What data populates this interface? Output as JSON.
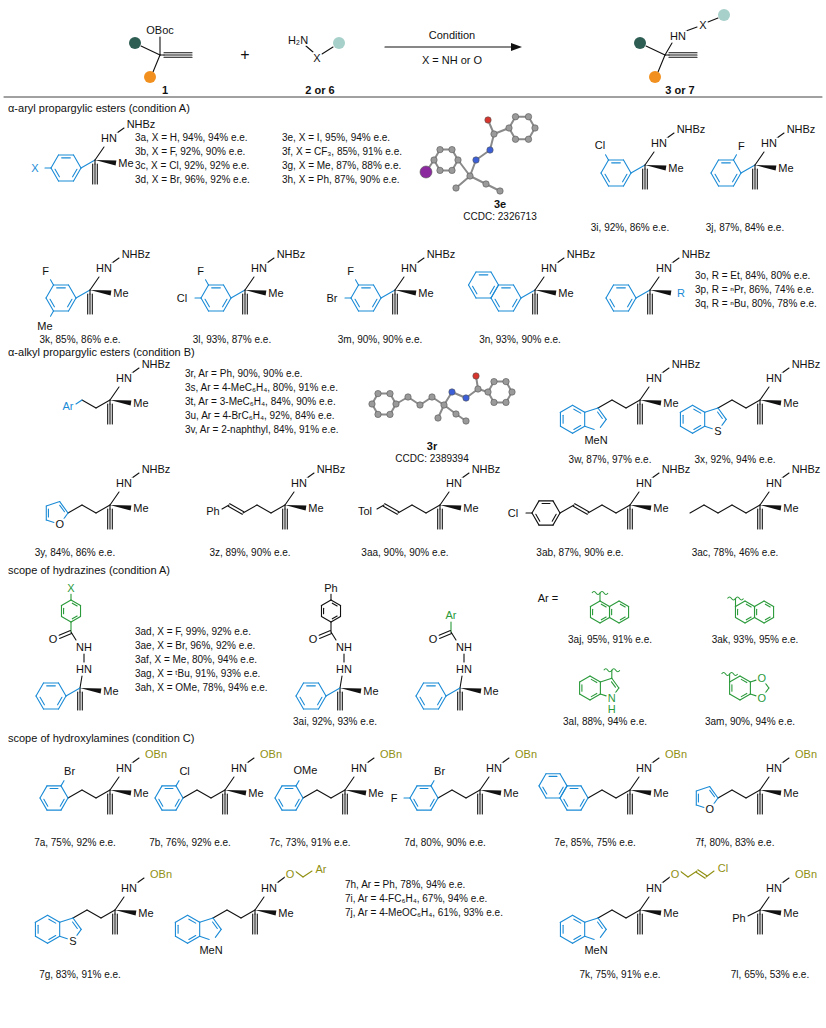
{
  "diagram": {
    "labels": [
      "OBoc",
      "1",
      "+",
      "H₂N",
      "X",
      "2 or 6",
      "Condition",
      "X = NH or O",
      "HN",
      "X",
      "3 or 7",
      "α-aryl propargylic esters (condition A)",
      "HN",
      "NHBz",
      "Me",
      "X",
      "3a, X = H, 94%, 94% e.e.",
      "3b, X = F, 92%, 90% e.e.",
      "3c, X = Cl, 92%, 92% e.e.",
      "3d, X = Br, 96%, 92% e.e.",
      "3e, X = I, 95%, 94% e.e.",
      "3f, X = CF₃, 85%, 91% e.e.",
      "3g, X = Me, 87%, 88% e.e.",
      "3h, X = Ph, 87%, 90% e.e.",
      "3e",
      "CCDC: 2326713",
      "HN",
      "NHBz",
      "Me",
      "Cl",
      "3i, 92%, 86% e.e.",
      "F",
      "HN",
      "NHBz",
      "Me",
      "3j, 87%, 84% e.e.",
      "F",
      "HN",
      "NHBz",
      "Me",
      "Me",
      "3k, 85%, 86% e.e.",
      "F",
      "HN",
      "NHBz",
      "Me",
      "Cl",
      "3l, 93%, 87% e.e.",
      "F",
      "HN",
      "NHBz",
      "Me",
      "Br",
      "3m, 90%, 90% e.e.",
      "HN",
      "NHBz",
      "Me",
      "3n, 93%, 90% e.e.",
      "HN",
      "NHBz",
      "R",
      "3o, R = Et, 84%, 80% e.e.",
      "3p, R = ⁿPr, 86%, 74% e.e.",
      "3q, R = ⁿBu, 80%, 78% e.e.",
      "α-alkyl propargylic esters (condition B)",
      "Ar",
      "HN",
      "NHBz",
      "Me",
      "3r, Ar = Ph, 90%, 90% e.e.",
      "3s, Ar = 4-MeC₆H₄, 80%, 91% e.e.",
      "3t, Ar = 3-MeC₆H₄, 84%, 90% e.e.",
      "3u, Ar = 4-BrC₆H₄, 92%, 84% e.e.",
      "3v, Ar = 2-naphthyl, 84%, 91% e.e.",
      "3r",
      "CCDC: 2389394",
      "MeN",
      "HN",
      "NHBz",
      "Me",
      "3w, 87%, 97% e.e.",
      "S",
      "HN",
      "NHBz",
      "Me",
      "3x, 92%, 94% e.e.",
      "O",
      "HN",
      "NHBz",
      "Me",
      "3y, 84%, 86% e.e.",
      "Ph",
      "HN",
      "NHBz",
      "Me",
      "3z, 89%, 90% e.e.",
      "Tol",
      "HN",
      "NHBz",
      "Me",
      "3aa, 90%, 90% e.e.",
      "Cl",
      "HN",
      "NHBz",
      "Me",
      "3ab, 87%, 90% e.e.",
      "HN",
      "NHBz",
      "Me",
      "3ac, 78%, 46% e.e.",
      "scope of hydrazines (condition A)",
      "X",
      "O",
      "NH",
      "HN",
      "Me",
      "3ad, X = F, 99%, 92% e.e.",
      "3ae, X = Br, 96%, 92% e.e.",
      "3af, X = Me, 80%, 94% e.e.",
      "3ag, X = ᵗBu, 91%, 93% e.e.",
      "3ah, X = OMe, 78%, 94% e.e.",
      "Ph",
      "O",
      "NH",
      "HN",
      "Me",
      "3ai, 92%, 93% e.e.",
      "Ar",
      "O",
      "NH",
      "HN",
      "Me",
      "Ar =",
      "3aj, 95%, 91% e.e.",
      "3ak, 93%, 95% e.e.",
      "N",
      "H",
      "3al, 88%, 94% e.e.",
      "O",
      "O",
      "3am, 90%, 94% e.e.",
      "scope of hydroxylamines (condition C)",
      "Br",
      "HN",
      "OBn",
      "Me",
      "7a, 75%, 92% e.e.",
      "Cl",
      "HN",
      "OBn",
      "Me",
      "7b, 76%, 92% e.e.",
      "OMe",
      "HN",
      "OBn",
      "Me",
      "7c, 73%, 91% e.e.",
      "Br",
      "F",
      "HN",
      "OBn",
      "Me",
      "7d, 80%, 90% e.e.",
      "HN",
      "OBn",
      "Me",
      "7e, 85%, 75% e.e.",
      "O",
      "HN",
      "OBn",
      "Me",
      "7f, 80%, 83% e.e.",
      "S",
      "HN",
      "OBn",
      "Me",
      "7g, 83%, 91% e.e.",
      "MeN",
      "HN",
      "O",
      "Ar",
      "Me",
      "7h, Ar = Ph, 78%, 94% e.e.",
      "7i, Ar = 4-FC₆H₄, 67%, 94% e.e.",
      "7j, Ar = 4-MeOC₆H₄, 61%, 93% e.e.",
      "MeN",
      "HN",
      "O",
      "Cl",
      "Me",
      "7k, 75%, 91% e.e.",
      "HN",
      "OBn",
      "Me",
      "Ph",
      "7l, 65%, 53% e.e."
    ]
  }
}
